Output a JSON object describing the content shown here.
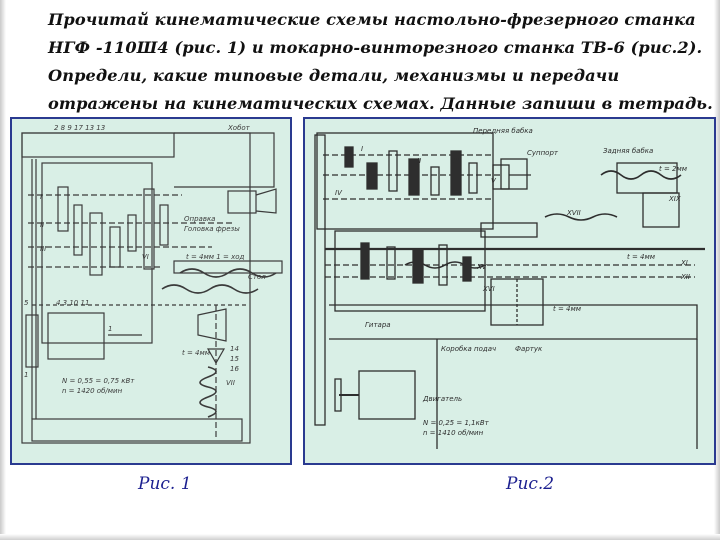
{
  "slide": {
    "title_lines": [
      "Прочитай кинематические схемы настольно-фрезерного станка",
      "НГФ -110Ш4 (рис. 1) и токарно-винторезного станка ТВ-6 (рис.2).",
      "Определи, какие типовые детали, механизмы и передачи",
      "отражены на кинематических схемах. Данные запиши в тетрадь."
    ]
  },
  "figure1": {
    "caption": "Рис. 1",
    "labels": {
      "top_numbers": "2  8   9  17  13   13",
      "top_right": "Хобот",
      "r_label1": "Оправка",
      "r_label2": "Головка фрезы",
      "r_label3": "t = 4мм  1 = ход",
      "r_label4": "Стол",
      "r_label5": "t = 4мм",
      "num_I": "I",
      "num_II": "II",
      "num_III": "III",
      "num_VI": "VI",
      "bottom_numbers": "4   3   10   11",
      "motor_line1": "N = 0,55 = 0,75 кВт",
      "motor_line2": "n = 1420 об/мин",
      "num_1": "1",
      "left_1": "1",
      "left_5": "5",
      "num_14": "14",
      "num_15": "15",
      "num_16": "16",
      "num_VII": "VII"
    }
  },
  "figure2": {
    "caption": "Рис.2",
    "labels": {
      "headstock": "Передняя бабка",
      "carriage": "Суппорт",
      "tailstock": "Задняя бабка",
      "pitch_top": "t = 2мм",
      "num_I": "I",
      "num_II": "II",
      "num_III": "III",
      "num_IV": "IV",
      "num_V": "V",
      "num_XVII": "XVII",
      "num_XIX": "XIX",
      "num_XI": "XI",
      "num_XII": "XII",
      "num_XV": "XV",
      "num_XVI": "XVI",
      "pitch_mid": "t = 4мм",
      "guitar": "Гитара",
      "gearbox": "Коробка подач",
      "apron": "Фартук",
      "motor_word": "Двигатель",
      "motor_line1": "N = 0,25 = 1,1кВт",
      "motor_line2": "n = 1410 об/мин",
      "pitch_low": "t = 4мм"
    }
  }
}
